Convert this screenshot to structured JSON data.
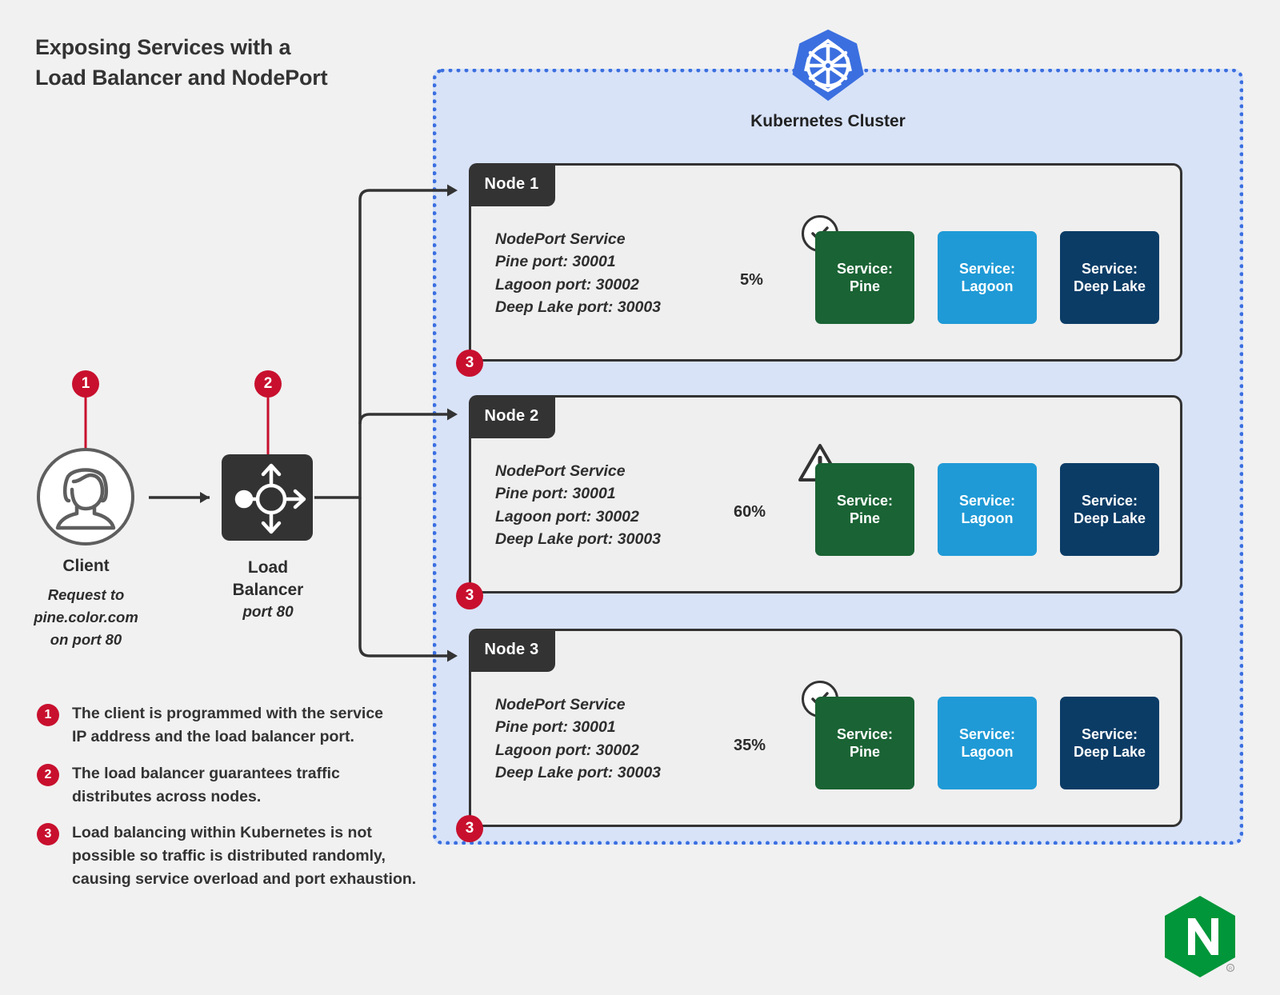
{
  "title": {
    "line1": "Exposing Services with a",
    "line2": "Load Balancer and NodePort"
  },
  "cluster": {
    "label": "Kubernetes Cluster",
    "logo": "kubernetes-helm-icon",
    "fill": "#d8e3f8",
    "border": "#3b6fe0"
  },
  "client": {
    "label": "Client",
    "sublabel": "Request to\npine.color.com\non port 80",
    "badge": "1",
    "icon": "user-avatar-icon"
  },
  "load_balancer": {
    "label": "Load\nBalancer",
    "sublabel": "port 80",
    "badge": "2",
    "icon": "load-balancer-distribute-icon"
  },
  "nodes": [
    {
      "name": "Node 1",
      "nodeport": "NodePort Service\nPine port: 30001\nLagoon port: 30002\nDeep Lake port: 30003",
      "percent": "5%",
      "status": "check",
      "badge": "3",
      "services": [
        {
          "label": "Service:\nPine",
          "color": "#1a6334"
        },
        {
          "label": "Service:\nLagoon",
          "color": "#1f9ad6"
        },
        {
          "label": "Service:\nDeep Lake",
          "color": "#0b3c66"
        }
      ]
    },
    {
      "name": "Node 2",
      "nodeport": "NodePort Service\nPine port: 30001\nLagoon port: 30002\nDeep Lake port: 30003",
      "percent": "60%",
      "status": "warning",
      "badge": "3",
      "services": [
        {
          "label": "Service:\nPine",
          "color": "#1a6334"
        },
        {
          "label": "Service:\nLagoon",
          "color": "#1f9ad6"
        },
        {
          "label": "Service:\nDeep Lake",
          "color": "#0b3c66"
        }
      ]
    },
    {
      "name": "Node 3",
      "nodeport": "NodePort Service\nPine port: 30001\nLagoon port: 30002\nDeep Lake port: 30003",
      "percent": "35%",
      "status": "check",
      "badge": "3",
      "services": [
        {
          "label": "Service:\nPine",
          "color": "#1a6334"
        },
        {
          "label": "Service:\nLagoon",
          "color": "#1f9ad6"
        },
        {
          "label": "Service:\nDeep Lake",
          "color": "#0b3c66"
        }
      ]
    }
  ],
  "legend": [
    {
      "num": "1",
      "text": "The client is programmed with the service\nIP address and the load balancer port."
    },
    {
      "num": "2",
      "text": "The load balancer guarantees traffic\ndistributes across nodes."
    },
    {
      "num": "3",
      "text": "Load balancing within Kubernetes is not\npossible so traffic is distributed randomly,\ncausing service overload and port exhaustion."
    }
  ],
  "brand": {
    "logo": "nginx-logo",
    "color": "#009639"
  },
  "accent": {
    "badge_red": "#c8102e",
    "dark": "#333333"
  }
}
